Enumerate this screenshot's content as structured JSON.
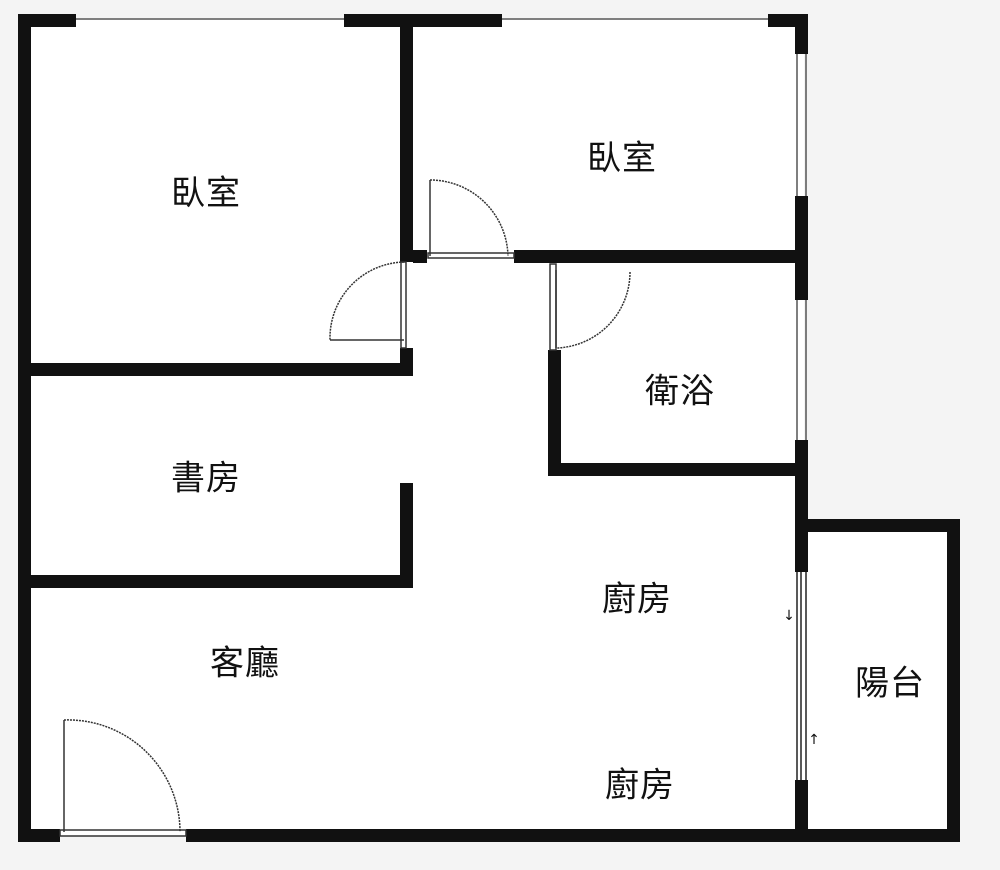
{
  "colors": {
    "background": "#f4f4f4",
    "floor": "#ffffff",
    "wall": "#111111",
    "line": "#222222"
  },
  "rooms": {
    "bedroom_left": "臥室",
    "bedroom_right": "臥室",
    "bathroom": "衛浴",
    "study": "書房",
    "living": "客廳",
    "kitchen_upper": "廚房",
    "kitchen_lower": "廚房",
    "balcony": "陽台"
  },
  "arrows": {
    "down": "↓",
    "up": "↑"
  }
}
